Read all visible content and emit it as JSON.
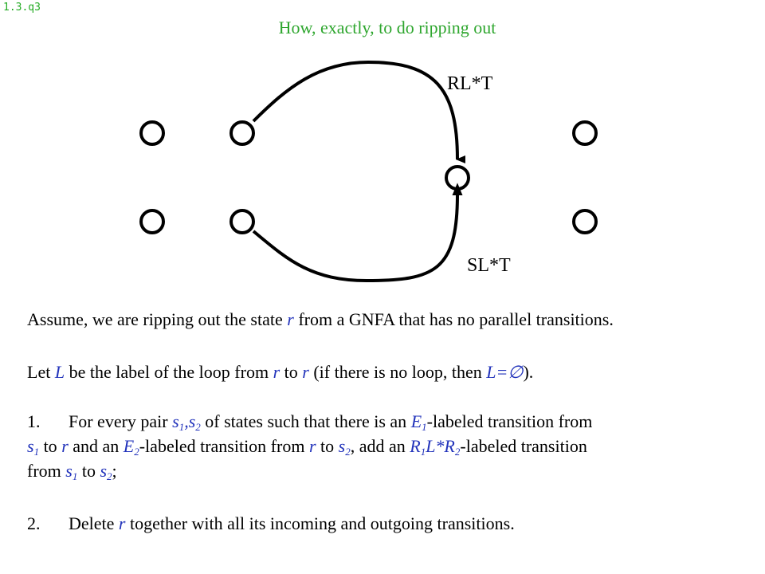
{
  "slide_id": "1.3.q3",
  "title": "How, exactly, to do ripping out",
  "diagram": {
    "edge_labels": {
      "top": "RL*T",
      "bottom": "SL*T"
    }
  },
  "text": {
    "p1": "Assume, we are ripping out the state ",
    "p1_r": "r",
    "p1_end": " from a GNFA that has no parallel transitions.",
    "p2_a": "Let ",
    "p2_L": "L",
    "p2_b": " be the label of the loop from ",
    "p2_r1": "r",
    "p2_c": " to ",
    "p2_r2": "r",
    "p2_d": " (if there is no loop, then ",
    "p2_Leq": "L=∅",
    "p2_e": ").",
    "item1_num": "1.",
    "item1": {
      "t1": "For every pair ",
      "s": "s",
      "sub1": "1",
      "comma": ",",
      "sub2": "2",
      "t2": " of states such that there is an ",
      "E": "E",
      "t3": "-labeled transition from",
      "t4": " to ",
      "r": "r",
      "t5": " and an ",
      "t6": "-labeled transition from ",
      "t7": ", add an ",
      "R": "R",
      "LR": "L*R",
      "t8": "-labeled transition",
      "from": "from ",
      "semi": ";"
    },
    "item2_num": "2.",
    "item2_a": "Delete ",
    "item2_r": "r",
    "item2_b": " together with all its incoming and outgoing transitions."
  }
}
